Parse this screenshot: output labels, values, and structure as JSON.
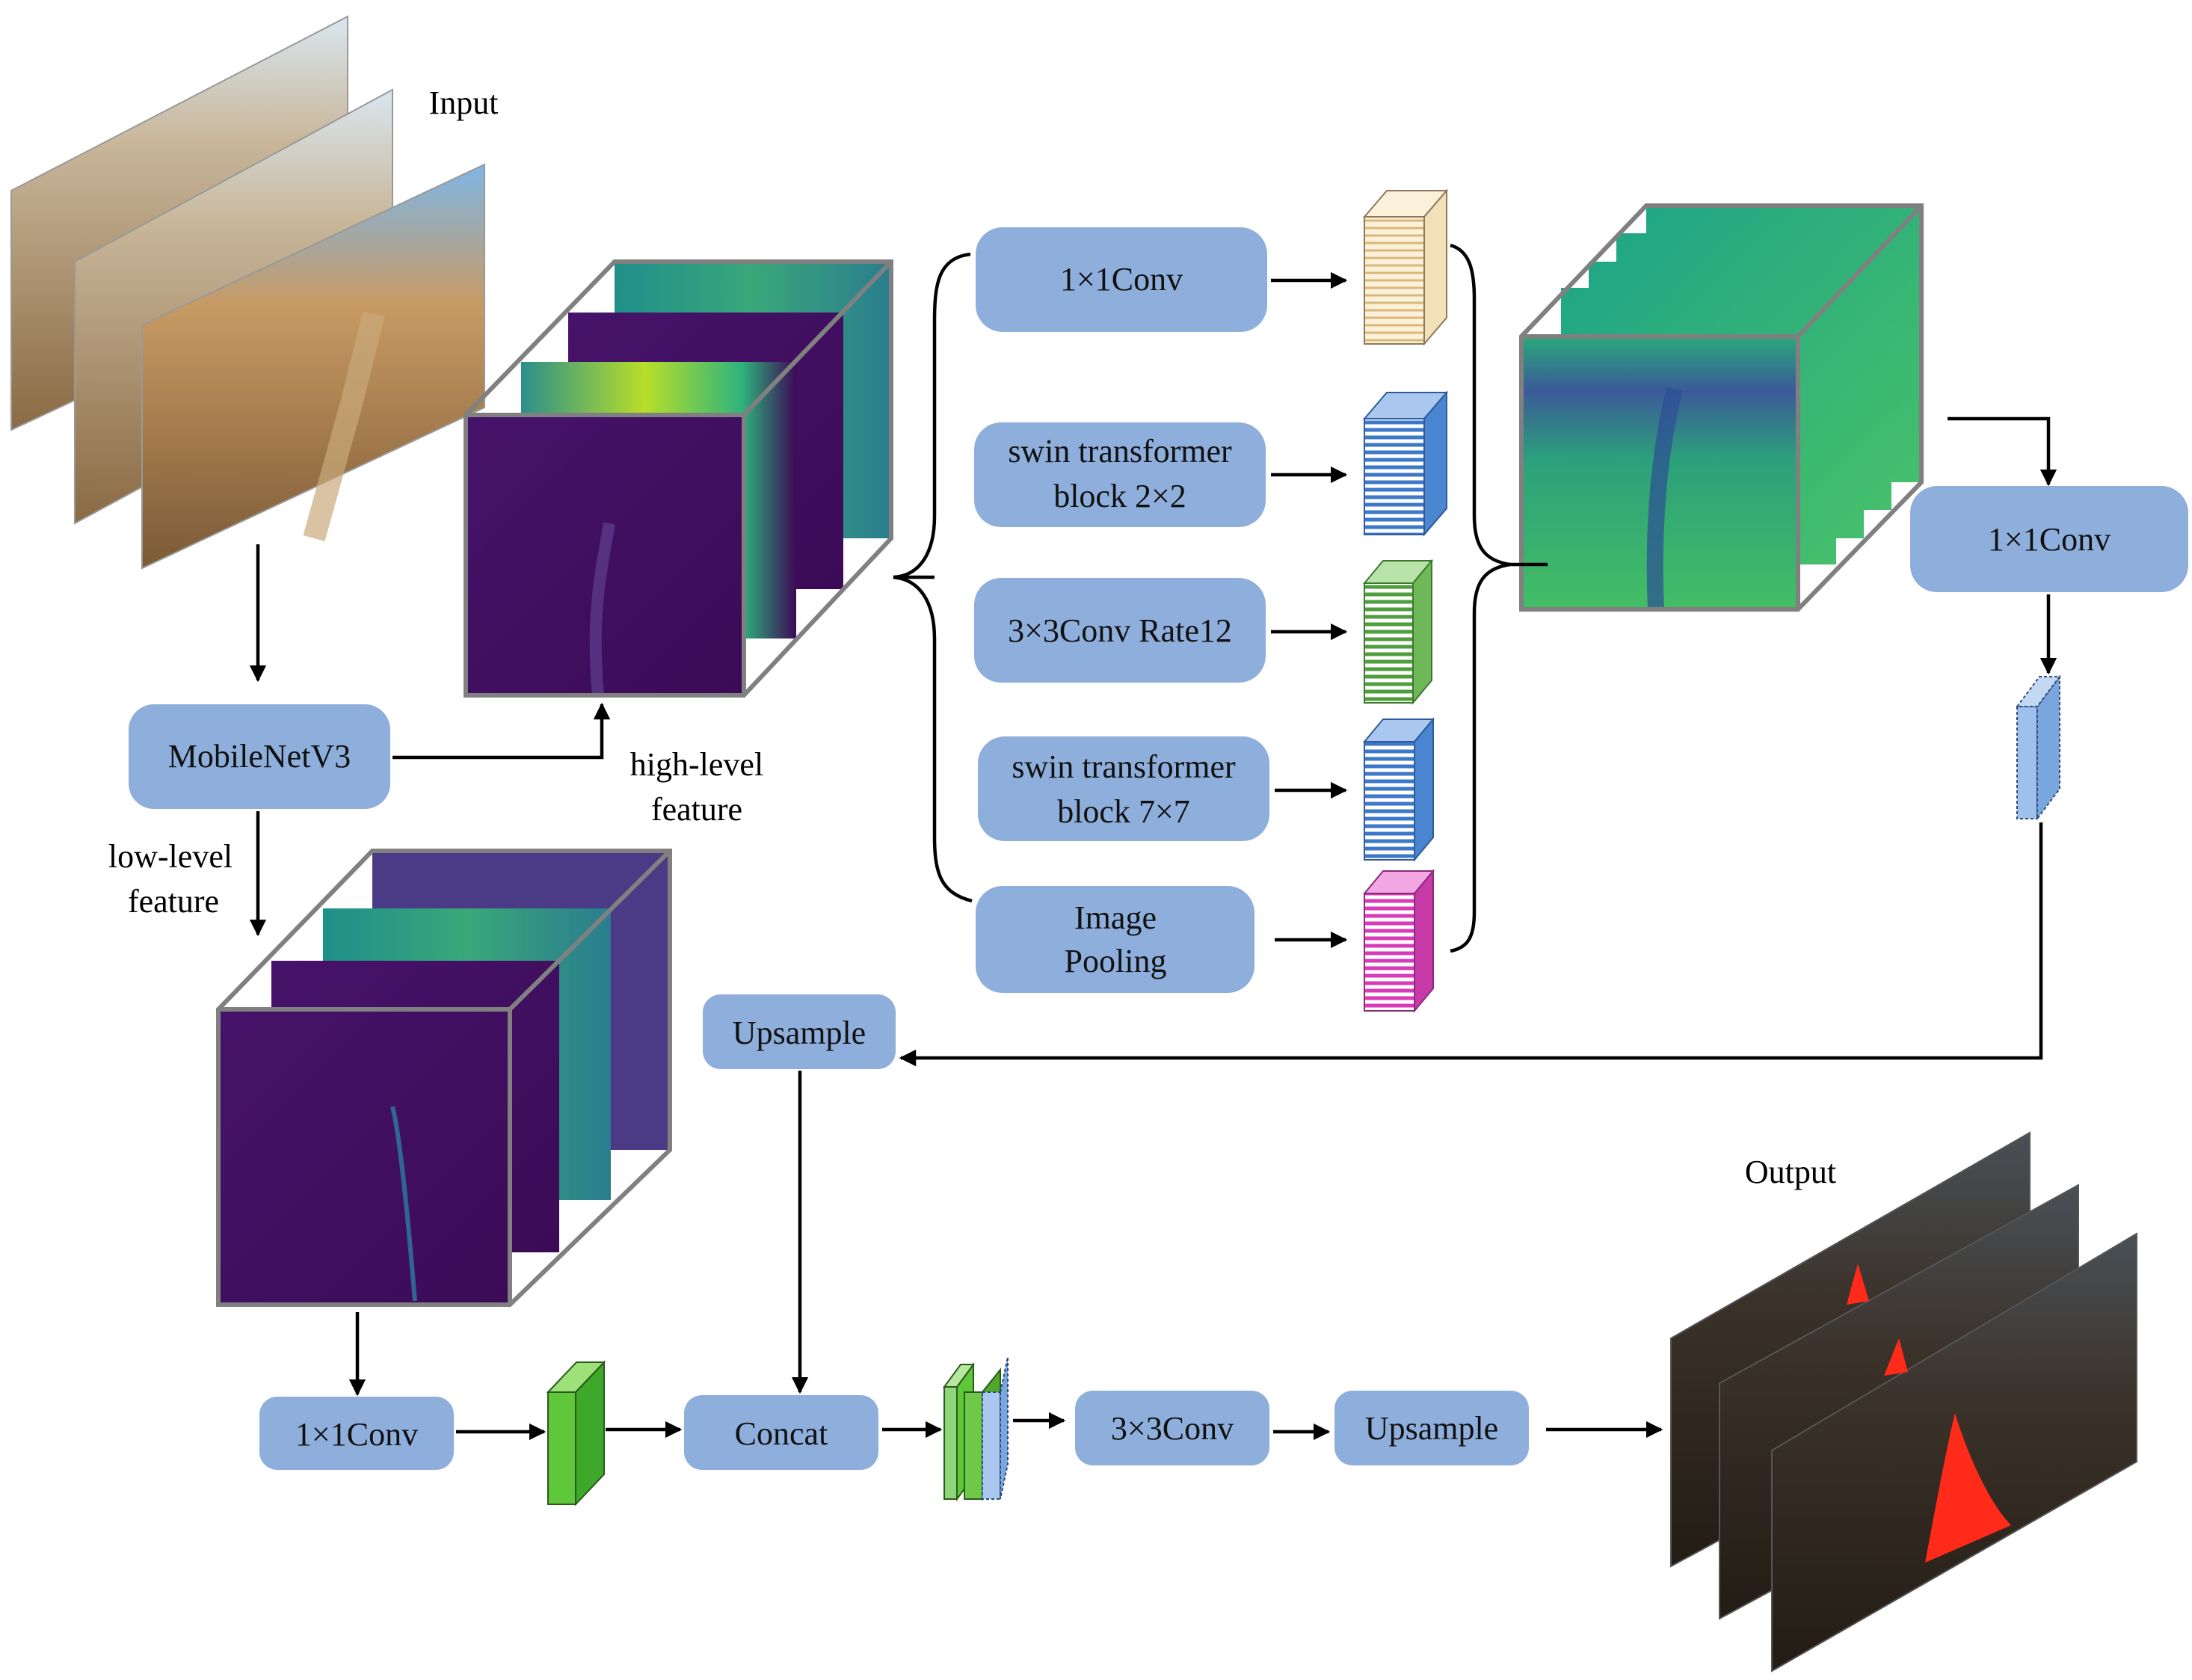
{
  "labels": {
    "input": "Input",
    "output": "Output",
    "high_level_1": "high-level",
    "high_level_2": "feature",
    "low_level_1": "low-level",
    "low_level_2": "feature"
  },
  "nodes": {
    "mobilenet": "MobileNetV3",
    "aspp_conv1x1": "1×1Conv",
    "swin_2x2_line1": "swin transformer",
    "swin_2x2_line2": "block 2×2",
    "conv3x3_rate12": "3×3Conv Rate12",
    "swin_7x7_line1": "swin transformer",
    "swin_7x7_line2": "block 7×7",
    "pooling_line1": "Image",
    "pooling_line2": "Pooling",
    "fuse_conv1x1": "1×1Conv",
    "upsample_top": "Upsample",
    "low_conv1x1": "1×1Conv",
    "concat": "Concat",
    "conv3x3": "3×3Conv",
    "upsample_bottom": "Upsample"
  },
  "colors": {
    "node_fill": "#8eaedc",
    "feature_purple": "#440d56",
    "feature_teal": "#21918c",
    "feature_green": "#5ec962",
    "block_cream": "#f8e8c4",
    "block_blue": "#6e9fd8",
    "block_green": "#8fd07a",
    "block_magenta": "#e04cc8",
    "block_green_solid": "#5ec83a",
    "mask_red": "#ff2a1a",
    "cube_edge": "#808080"
  }
}
